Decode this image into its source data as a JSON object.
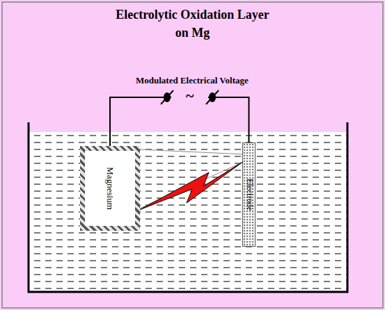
{
  "diagram": {
    "title": "Electrolytic Oxidation Layer on Mg",
    "nodes": [
      {
        "text": [
          "Magnesium"
        ]
      },
      {
        "text": [
          "Electrode"
        ]
      }
    ],
    "edges": [
      {
        "from": 0,
        "to": 1,
        "arrow": "none"
      }
    ],
    "labels": [
      "Modulated Electrical Voltage",
      "~"
    ]
  }
}
